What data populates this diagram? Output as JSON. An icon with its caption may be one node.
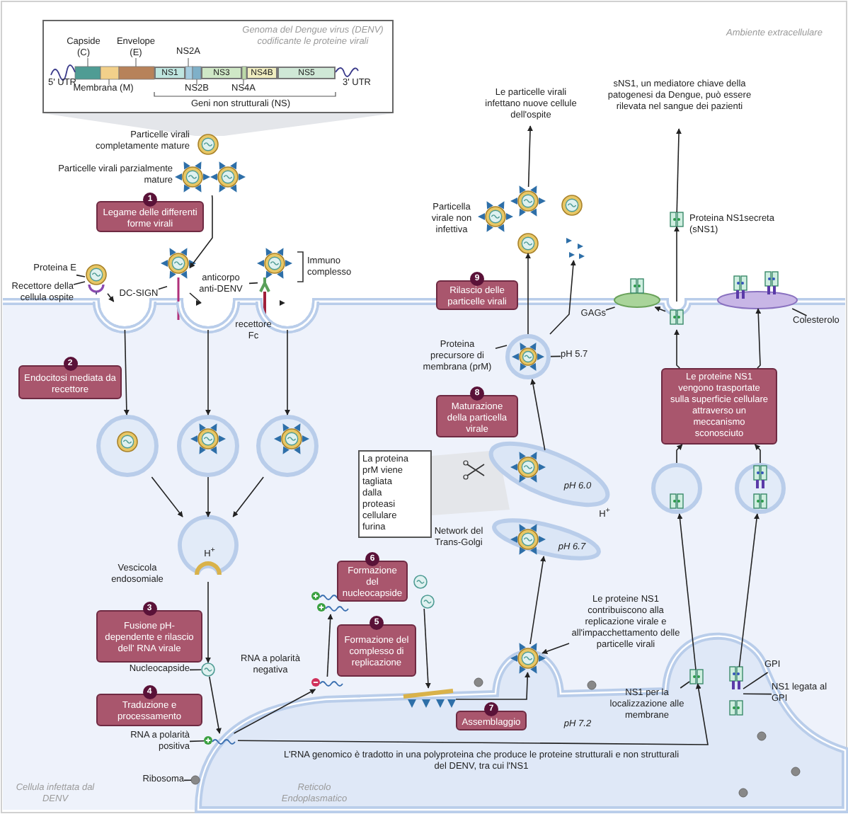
{
  "diagram": {
    "nodes": [
      {
        "text": [
          "Genoma del Dengue virus (DENV) codificante le proteine virali"
        ]
      },
      {
        "text": [
          "NS1"
        ],
        "in": 0
      },
      {
        "text": [
          "NS3"
        ],
        "in": 0
      },
      {
        "text": [
          "NS4B"
        ],
        "in": 0
      },
      {
        "text": [
          "NS5"
        ],
        "in": 0
      },
      {
        "text": [
          "1",
          "Legame delle differenti forme virali"
        ]
      },
      {
        "text": [
          "Proteina E"
        ]
      },
      {
        "text": [
          "Recettore della cellula ospite"
        ]
      },
      {
        "text": [
          "DC-SIGN"
        ]
      },
      {
        "text": [
          "anticorpo anti-DENV"
        ]
      },
      {
        "text": [
          "recettore Fc"
        ]
      },
      {
        "text": [
          "2",
          "Endocitosi mediata da recettore"
        ]
      },
      {
        "text": [
          "3",
          "Fusione pH-dependente e rilascio dell' RNA virale"
        ]
      },
      {
        "text": [
          "Nucleocapside"
        ]
      },
      {
        "text": [
          "4",
          "Traduzione e processamento"
        ]
      },
      {
        "text": [
          "RNA a polarità positiva"
        ]
      },
      {
        "text": [
          "Ribosoma"
        ]
      },
      {
        "text": [
          "RNA a polarità negativa"
        ]
      },
      {
        "text": [
          "6",
          "Formazione del nucleocapside"
        ]
      },
      {
        "text": [
          "5",
          "Formazione del complesso di replicazione"
        ]
      },
      {
        "text": [
          "7",
          "Assemblaggio"
        ]
      },
      {
        "text": [
          "Le particelle virali infettano nuove cellule dell'ospite"
        ]
      },
      {
        "text": [
          "9",
          "Rilascio delle particelle virali"
        ]
      },
      {
        "text": [
          "Proteina precursore di membrana (prM)"
        ]
      },
      {
        "text": [
          "pH 5.7"
        ]
      },
      {
        "text": [
          "8",
          "Maturazione della particella virale"
        ]
      },
      {
        "text": [
          "La proteina prM viene tagliata dalla proteasi cellulare furina"
        ]
      },
      {
        "text": [
          "sNS1, un mediatore chiave della patogenesi da Dengue, può essere rilevata nel sangue dei pazienti"
        ]
      },
      {
        "text": [
          "GAGs"
        ]
      },
      {
        "text": [
          "Colesterolo"
        ]
      },
      {
        "text": [
          "Le proteine NS1 vengono trasportate sulla superficie cellulare attraverso un meccanismo sconosciuto"
        ]
      },
      {
        "text": [
          "Le proteine NS1 contribuiscono alla replicazione virale e all'impacchettamento delle particelle virali"
        ]
      },
      {
        "text": [
          "NS1 per la localizzazione alle membrane"
        ]
      },
      {
        "text": [
          "GPI"
        ]
      },
      {
        "text": [
          "NS1 legata al GPI"
        ]
      },
      {
        "text": [
          "L'RNA genomico è tradotto in una polyproteina che produce le proteine strutturali e non strutturali del DENV, tra cui l'NS1"
        ]
      },
      {
        "text": [],
        "shape": "picture"
      },
      {
        "text": [],
        "shape": "picture"
      },
      {
        "text": [],
        "shape": "picture"
      },
      {
        "text": [],
        "shape": "picture"
      },
      {
        "text": [],
        "shape": "picture"
      },
      {
        "text": [],
        "shape": "pit"
      },
      {
        "text": [],
        "shape": "pit"
      },
      {
        "text": [],
        "shape": "pit"
      },
      {
        "text": [],
        "shape": "circle"
      },
      {
        "text": [],
        "shape": "circle"
      },
      {
        "text": [],
        "shape": "circle"
      },
      {
        "text": [],
        "shape": "circle"
      },
      {
        "text": [],
        "shape": "picture"
      },
      {
        "text": [],
        "shape": "picture"
      },
      {
        "text": [],
        "shape": "circle"
      },
      {
        "text": [],
        "shape": "picture"
      },
      {
        "text": [],
        "shape": "picture"
      },
      {
        "text": [],
        "shape": "picture"
      },
      {
        "text": [],
        "shape": "picture"
      },
      {
        "text": [],
        "shape": "picture"
      },
      {
        "text": [],
        "shape": "band"
      },
      {
        "text": [],
        "shape": "band"
      },
      {
        "text": [],
        "shape": "circle"
      },
      {
        "text": [],
        "shape": "picture"
      },
      {
        "text": [],
        "shape": "picture"
      },
      {
        "text": [],
        "shape": "picture"
      },
      {
        "text": [],
        "shape": "picture"
      },
      {
        "text": [],
        "shape": "ellipse"
      },
      {
        "text": [],
        "shape": "picture"
      },
      {
        "text": [],
        "shape": "picture"
      },
      {
        "text": [],
        "shape": "circle"
      },
      {
        "text": [],
        "shape": "circle"
      },
      {
        "text": [],
        "shape": "picture"
      },
      {
        "text": [],
        "shape": "picture"
      },
      {
        "text": [],
        "shape": "wedge"
      },
      {
        "text": [],
        "shape": "wedge"
      }
    ],
    "edges": [
      {
        "from": 6,
        "to": 38,
        "arrow": "none"
      },
      {
        "from": 7,
        "to": 38,
        "arrow": "none"
      },
      {
        "from": 8,
        "to": 39,
        "arrow": "none"
      },
      {
        "from": 9,
        "to": 40,
        "arrow": "none"
      },
      {
        "from": 13,
        "to": 48,
        "arrow": "none"
      },
      {
        "from": 15,
        "to": 49,
        "arrow": "none"
      },
      {
        "from": 16,
        "to": 50,
        "arrow": "none"
      },
      {
        "from": 61,
        "to": 21,
        "arrow": "to"
      },
      {
        "from": 23,
        "to": 58,
        "arrow": "none"
      },
      {
        "from": 24,
        "to": 58,
        "arrow": "none"
      },
      {
        "from": 62,
        "to": 27,
        "arrow": "to"
      },
      {
        "from": 28,
        "to": 63,
        "arrow": "none"
      },
      {
        "from": 29,
        "to": 65,
        "arrow": "none"
      },
      {
        "from": 31,
        "to": 55,
        "arrow": "to"
      },
      {
        "from": 32,
        "to": 68,
        "arrow": "none"
      },
      {
        "from": 33,
        "to": 69,
        "arrow": "none"
      },
      {
        "from": 34,
        "to": 69,
        "arrow": "none"
      },
      {
        "from": 37,
        "to": 39,
        "arrow": "to"
      },
      {
        "from": 38,
        "to": 41,
        "arrow": "to"
      },
      {
        "from": 39,
        "to": 42,
        "arrow": "to"
      },
      {
        "from": 40,
        "to": 43,
        "arrow": "to"
      },
      {
        "from": 41,
        "to": 44,
        "arrow": "to"
      },
      {
        "from": 42,
        "to": 45,
        "arrow": "to"
      },
      {
        "from": 43,
        "to": 46,
        "arrow": "to"
      },
      {
        "from": 44,
        "to": 47,
        "arrow": "to"
      },
      {
        "from": 45,
        "to": 47,
        "arrow": "to"
      },
      {
        "from": 46,
        "to": 47,
        "arrow": "to"
      },
      {
        "from": 47,
        "to": 48,
        "arrow": "to"
      },
      {
        "from": 48,
        "to": 49,
        "arrow": "to"
      },
      {
        "from": 49,
        "to": 51,
        "arrow": "to"
      },
      {
        "from": 51,
        "to": 52,
        "arrow": "to"
      },
      {
        "from": 53,
        "to": 54,
        "arrow": "to"
      },
      {
        "from": 54,
        "to": 55,
        "arrow": "to"
      },
      {
        "from": 55,
        "to": 57,
        "arrow": "to"
      },
      {
        "from": 56,
        "to": 58,
        "arrow": "to"
      },
      {
        "from": 58,
        "to": 59,
        "arrow": "to"
      },
      {
        "from": 58,
        "to": 60,
        "arrow": "to"
      },
      {
        "from": 64,
        "to": 62,
        "arrow": "to"
      },
      {
        "from": 64,
        "to": 63,
        "arrow": "to"
      },
      {
        "from": 30,
        "to": 64,
        "arrow": "to"
      },
      {
        "from": 30,
        "to": 65,
        "arrow": "to"
      },
      {
        "from": 66,
        "to": 30,
        "arrow": "to"
      },
      {
        "from": 67,
        "to": 30,
        "arrow": "to"
      },
      {
        "from": 68,
        "to": 66,
        "arrow": "to"
      },
      {
        "from": 69,
        "to": 67,
        "arrow": "to"
      },
      {
        "from": 49,
        "to": 68,
        "arrow": "to"
      }
    ],
    "labels": [
      "Capside (C)",
      "Envelope (E)",
      "NS2A",
      "5' UTR",
      "Membrana (M)",
      "NS2B",
      "NS4A",
      "3' UTR",
      "Geni non strutturali (NS)",
      "Ambiente extracellulare",
      "Particelle virali completamente mature",
      "Particelle virali parzialmente mature",
      "Immuno complesso",
      "Particella virale non infettiva",
      "Proteina NS1secreta (sNS1)",
      "H$^{+}$",
      "Vescicola endosomiale",
      "pH 6.0",
      "H$^{+}$",
      "Network del Trans-Golgi",
      "pH 6.7",
      "pH 7.2",
      "Cellula infettata dal DENV",
      "Reticolo Endoplasmatico"
    ]
  }
}
